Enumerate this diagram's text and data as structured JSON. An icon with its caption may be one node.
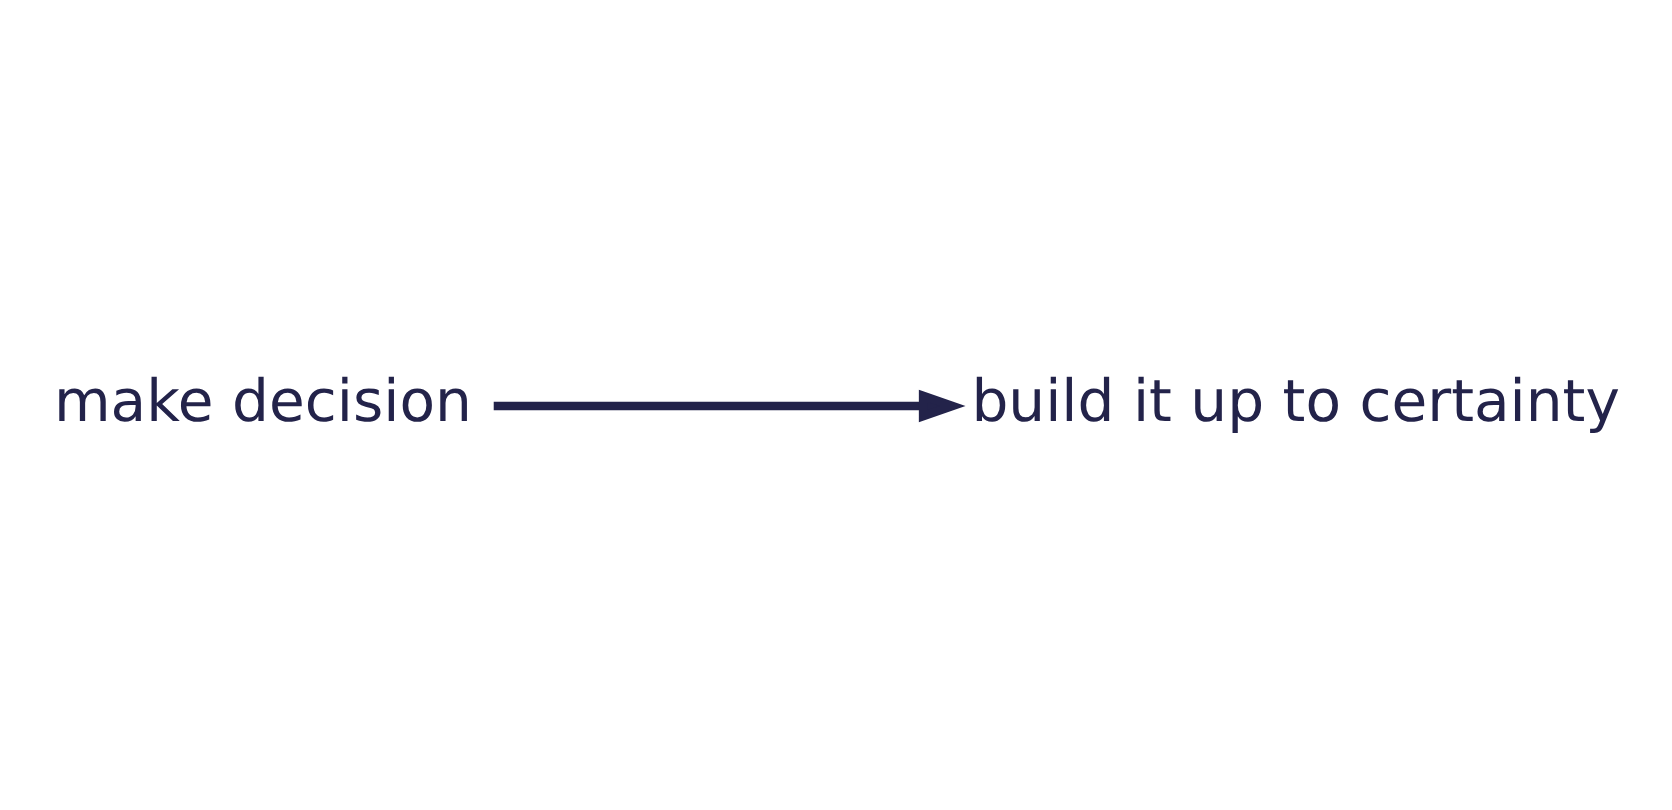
{
  "diagram": {
    "nodes": [
      {
        "text": [
          "make decision"
        ]
      },
      {
        "text": [
          "build it up to certainty"
        ]
      }
    ],
    "edges": [
      {
        "from": 0,
        "to": 1,
        "arrow": "to"
      }
    ]
  }
}
